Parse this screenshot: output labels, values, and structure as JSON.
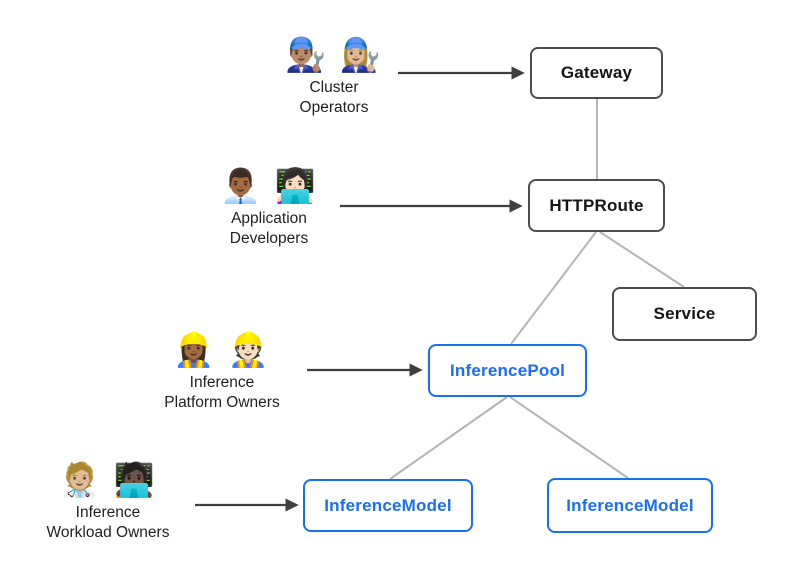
{
  "diagram": {
    "personas": [
      {
        "id": "cluster-operators",
        "emoji": "👨🏽‍🔧 👩🏼‍🔧",
        "label_lines": [
          "Cluster",
          "Operators"
        ]
      },
      {
        "id": "application-developers",
        "emoji": "👨🏾‍💼 👩🏻‍💻",
        "label_lines": [
          "Application",
          "Developers"
        ]
      },
      {
        "id": "inference-platform-owners",
        "emoji": "👷🏾‍♀️ 👷🏻",
        "label_lines": [
          "Inference",
          "Platform Owners"
        ]
      },
      {
        "id": "inference-workload-owners",
        "emoji": "🧑🏼‍⚕️ 🧑🏿‍💻",
        "label_lines": [
          "Inference",
          "Workload Owners"
        ]
      }
    ],
    "nodes": [
      {
        "id": "gateway",
        "label": "Gateway",
        "style": "dark"
      },
      {
        "id": "httproute",
        "label": "HTTPRoute",
        "style": "dark"
      },
      {
        "id": "service",
        "label": "Service",
        "style": "dark"
      },
      {
        "id": "inferencepool",
        "label": "InferencePool",
        "style": "blue"
      },
      {
        "id": "inferencemodel-left",
        "label": "InferenceModel",
        "style": "blue"
      },
      {
        "id": "inferencemodel-right",
        "label": "InferenceModel",
        "style": "blue"
      }
    ],
    "edges": [
      {
        "from": "cluster-operators",
        "to": "gateway",
        "type": "arrow"
      },
      {
        "from": "application-developers",
        "to": "httproute",
        "type": "arrow"
      },
      {
        "from": "inference-platform-owners",
        "to": "inferencepool",
        "type": "arrow"
      },
      {
        "from": "inference-workload-owners",
        "to": "inferencemodel-left",
        "type": "arrow"
      },
      {
        "from": "gateway",
        "to": "httproute",
        "type": "line"
      },
      {
        "from": "httproute",
        "to": "inferencepool",
        "type": "line"
      },
      {
        "from": "httproute",
        "to": "service",
        "type": "line"
      },
      {
        "from": "inferencepool",
        "to": "inferencemodel-left",
        "type": "line"
      },
      {
        "from": "inferencepool",
        "to": "inferencemodel-right",
        "type": "line"
      }
    ],
    "colors": {
      "node_border_dark": "#4d4d4d",
      "node_border_blue": "#1a6ef2",
      "connector_gray": "#b5b5b5",
      "arrow_dark": "#3f3f3f",
      "label_text": "#1f1f1f",
      "background": "#ffffff"
    }
  }
}
